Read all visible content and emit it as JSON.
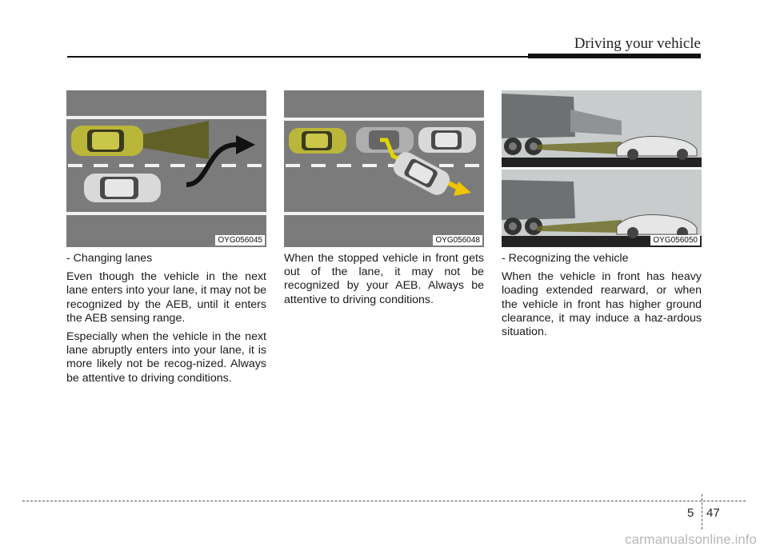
{
  "header": {
    "title": "Driving your vehicle"
  },
  "figures": [
    {
      "code": "OYG056045",
      "icon": "lane-change-diagram"
    },
    {
      "code": "OYG056048",
      "icon": "vehicle-exit-diagram"
    },
    {
      "code": "OYG056050",
      "icon": "truck-clearance-diagram"
    }
  ],
  "columns": {
    "col1": {
      "item": "- Changing lanes",
      "para1": "Even though the vehicle in the next lane enters into your lane, it may not be recognized by the AEB, until it enters the AEB sensing range.",
      "para2": "Especially when the vehicle in the next lane abruptly enters into your lane, it is more likely not be recog-nized. Always be attentive to driving conditions."
    },
    "col2": {
      "para1": "When the stopped vehicle in front gets out of the lane, it may not be recognized by your AEB. Always be attentive to driving conditions."
    },
    "col3": {
      "item": "- Recognizing the vehicle",
      "para1": "When the vehicle in front has heavy loading extended rearward, or when the vehicle in front has higher ground clearance, it may induce a haz-ardous situation."
    }
  },
  "footer": {
    "chapter": "5",
    "page": "47"
  },
  "watermark": "carmanualsonline.info",
  "colors": {
    "road": "#7a7a7a",
    "ego_car": "#b8b43a",
    "beam": "#6b6a1e",
    "arrow": "#111111",
    "highlight_arrow": "#e0d400"
  }
}
